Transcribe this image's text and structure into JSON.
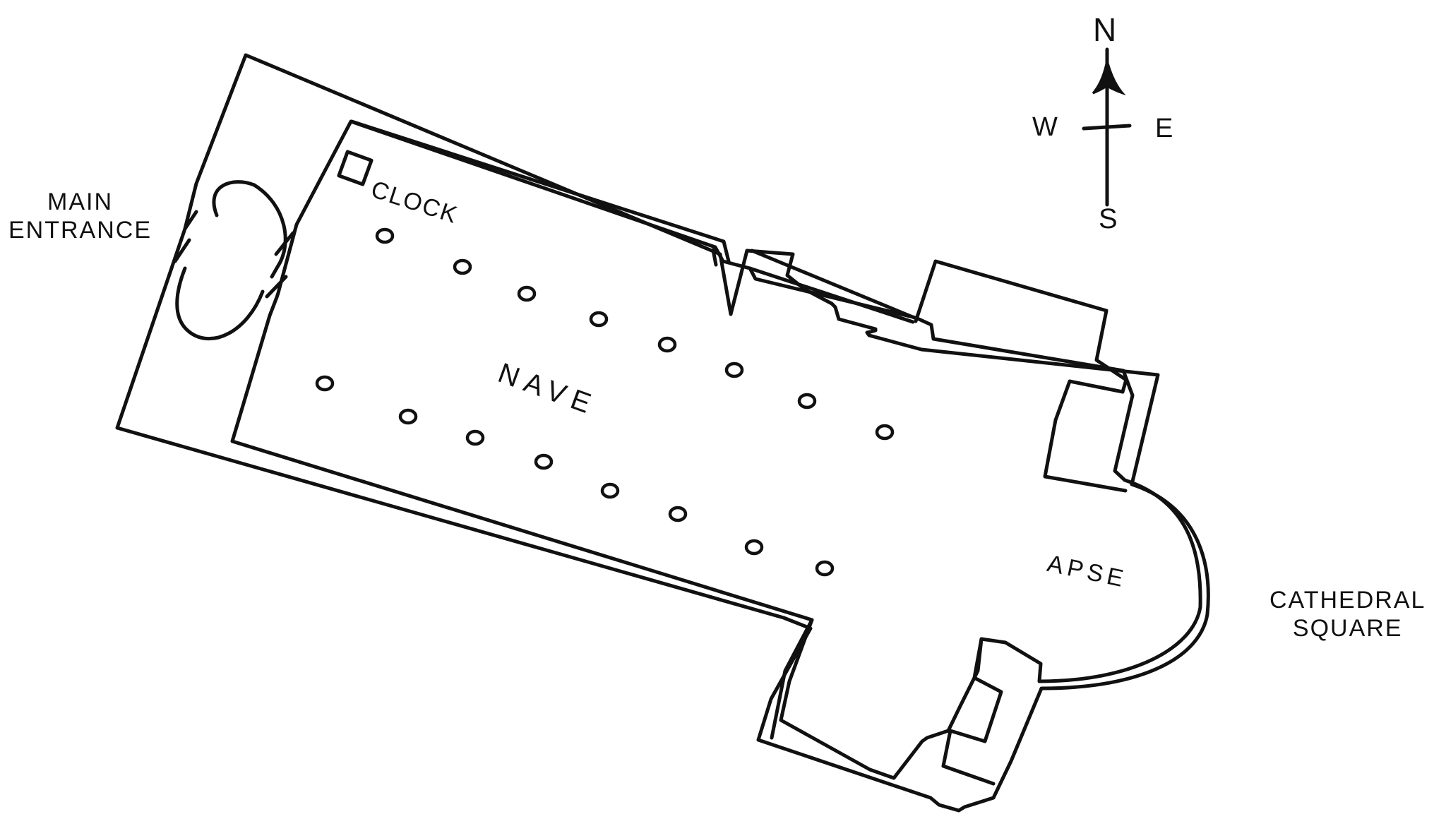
{
  "labels": {
    "main_entrance": "MAIN\nENTRANCE",
    "clock": "CLOCK",
    "nave": "NAVE",
    "apse": "APSE",
    "cathedral_square": "CATHEDRAL\nSQUARE"
  },
  "compass": {
    "n": "N",
    "e": "E",
    "s": "S",
    "w": "W"
  },
  "pillar_count": 16,
  "colors": {
    "ink": "#111111",
    "paper": "#ffffff"
  }
}
